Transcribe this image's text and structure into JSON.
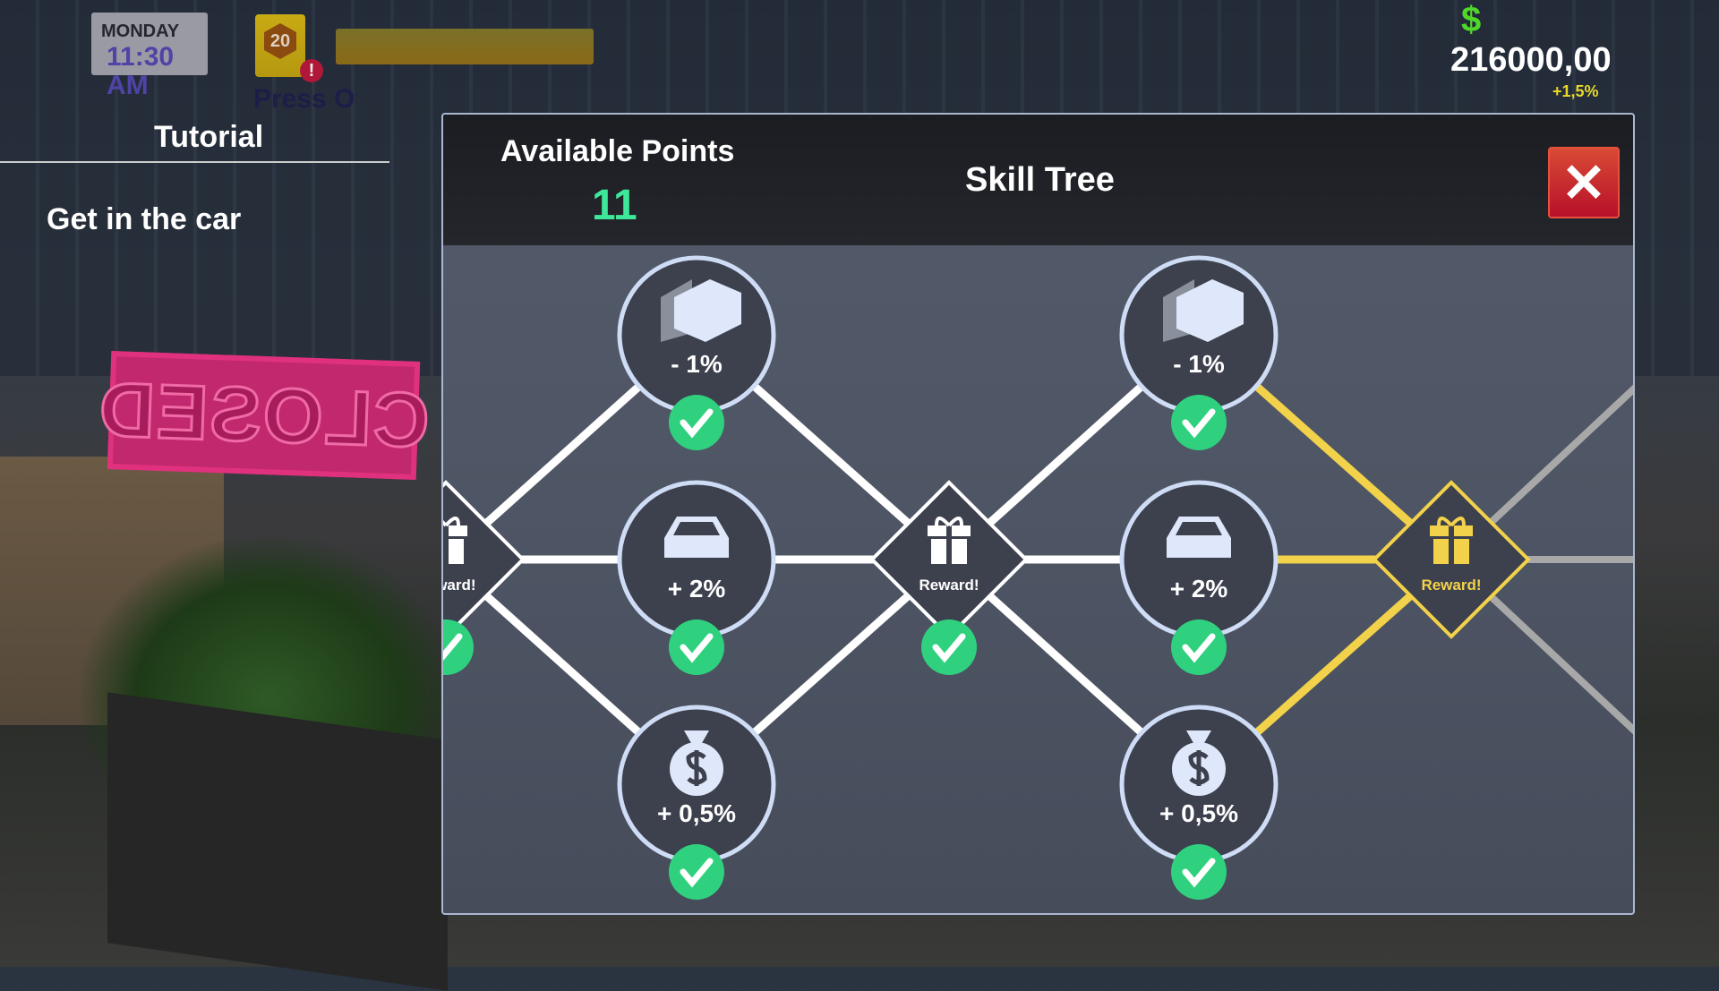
{
  "hud": {
    "day": "MONDAY",
    "time": "11:30 AM",
    "level": "20",
    "alert": "!",
    "money_icon": "$",
    "money": "216000,00",
    "money_change": "+1,5%",
    "hint": "Press O"
  },
  "tutorial": {
    "title": "Tutorial",
    "task": "Get in the car"
  },
  "scene": {
    "sign_text": "CLOSED"
  },
  "skill_tree": {
    "title": "Skill Tree",
    "available_label": "Available Points",
    "available_points": "11",
    "close_label": "✕",
    "colors": {
      "unlocked_line": "#ffffff",
      "available_line": "#f2d24a",
      "locked_line": "#a8a8a8",
      "check": "#2fd17f",
      "node_fill": "#3d404d",
      "node_ring": "#cfdcf5"
    },
    "nodes": [
      {
        "id": "reward-left",
        "type": "reward",
        "label": "Reward!",
        "icon": "gift-icon",
        "state": "unlocked"
      },
      {
        "id": "a-top",
        "type": "skill",
        "label": "- 1%",
        "icon": "box-icon",
        "state": "unlocked"
      },
      {
        "id": "a-mid",
        "type": "skill",
        "label": "+ 2%",
        "icon": "car-icon",
        "state": "unlocked"
      },
      {
        "id": "a-bot",
        "type": "skill",
        "label": "+ 0,5%",
        "icon": "money-bag-icon",
        "state": "unlocked"
      },
      {
        "id": "reward-center",
        "type": "reward",
        "label": "Reward!",
        "icon": "gift-icon",
        "state": "unlocked"
      },
      {
        "id": "b-top",
        "type": "skill",
        "label": "- 1%",
        "icon": "box-icon",
        "state": "unlocked"
      },
      {
        "id": "b-mid",
        "type": "skill",
        "label": "+ 2%",
        "icon": "car-icon",
        "state": "unlocked"
      },
      {
        "id": "b-bot",
        "type": "skill",
        "label": "+ 0,5%",
        "icon": "money-bag-icon",
        "state": "unlocked"
      },
      {
        "id": "reward-right",
        "type": "reward",
        "label": "Reward!",
        "icon": "gift-icon",
        "state": "available"
      }
    ],
    "links": [
      [
        "reward-left",
        "a-top",
        "unlocked"
      ],
      [
        "reward-left",
        "a-mid",
        "unlocked"
      ],
      [
        "reward-left",
        "a-bot",
        "unlocked"
      ],
      [
        "a-top",
        "reward-center",
        "unlocked"
      ],
      [
        "a-mid",
        "reward-center",
        "unlocked"
      ],
      [
        "a-bot",
        "reward-center",
        "unlocked"
      ],
      [
        "reward-center",
        "b-top",
        "unlocked"
      ],
      [
        "reward-center",
        "b-mid",
        "unlocked"
      ],
      [
        "reward-center",
        "b-bot",
        "unlocked"
      ],
      [
        "b-top",
        "reward-right",
        "available"
      ],
      [
        "b-mid",
        "reward-right",
        "available"
      ],
      [
        "b-bot",
        "reward-right",
        "available"
      ]
    ]
  }
}
